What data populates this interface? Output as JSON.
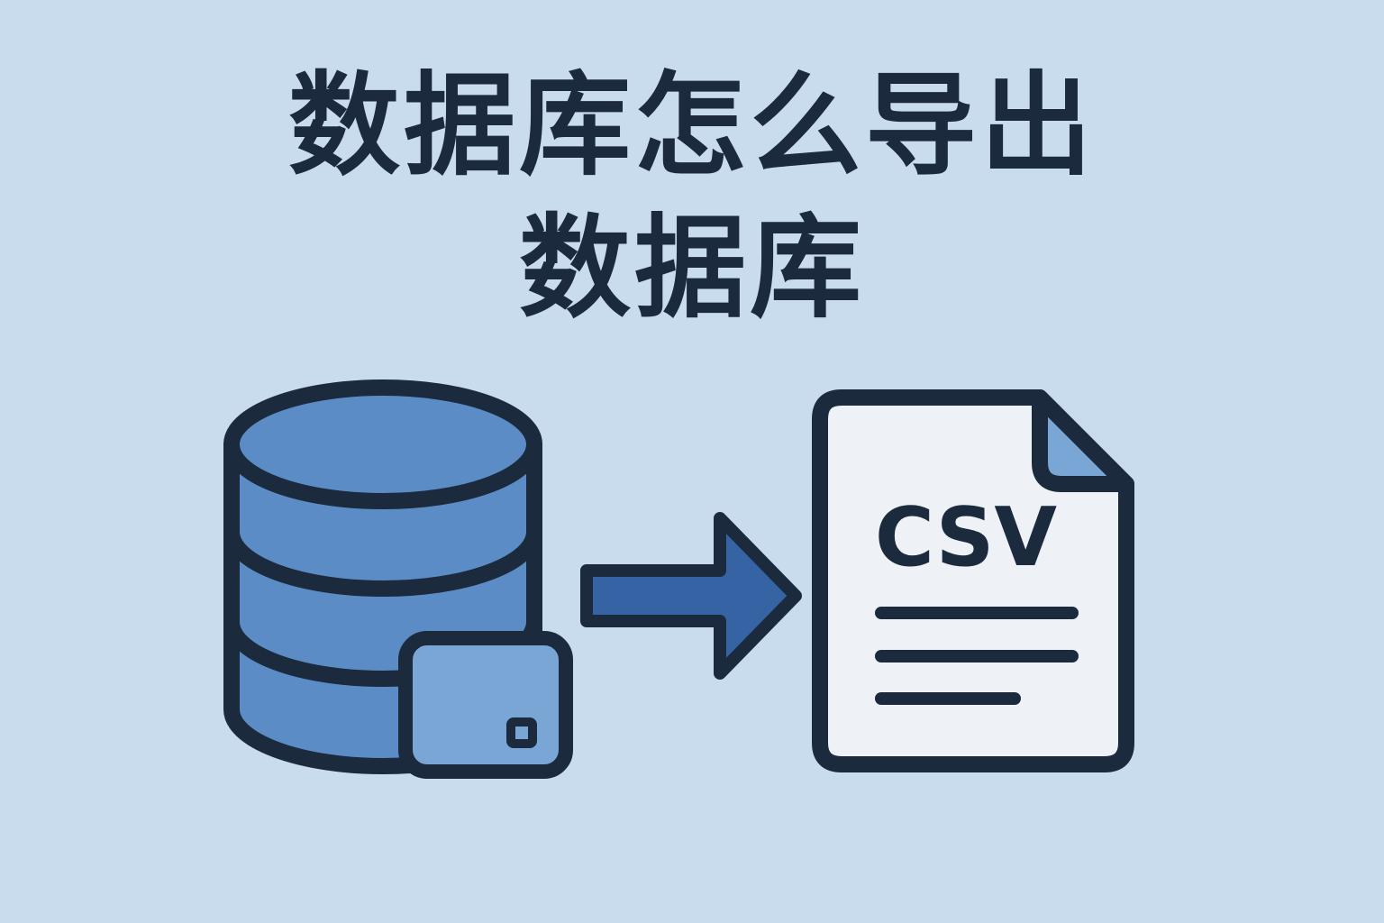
{
  "title": {
    "line1": "数据库怎么导出",
    "line2": "数据库"
  },
  "illustration": {
    "file_label": "CSV",
    "icons": [
      "database-icon",
      "arrow-right-icon",
      "csv-file-icon"
    ],
    "colors": {
      "background": "#c9dced",
      "outline": "#1b2a3d",
      "database_fill": "#5b8cc5",
      "database_badge_fill": "#7aa6d6",
      "arrow_fill": "#3563a3",
      "document_fill": "#eef1f5",
      "document_fold": "#7aa6d6"
    }
  }
}
